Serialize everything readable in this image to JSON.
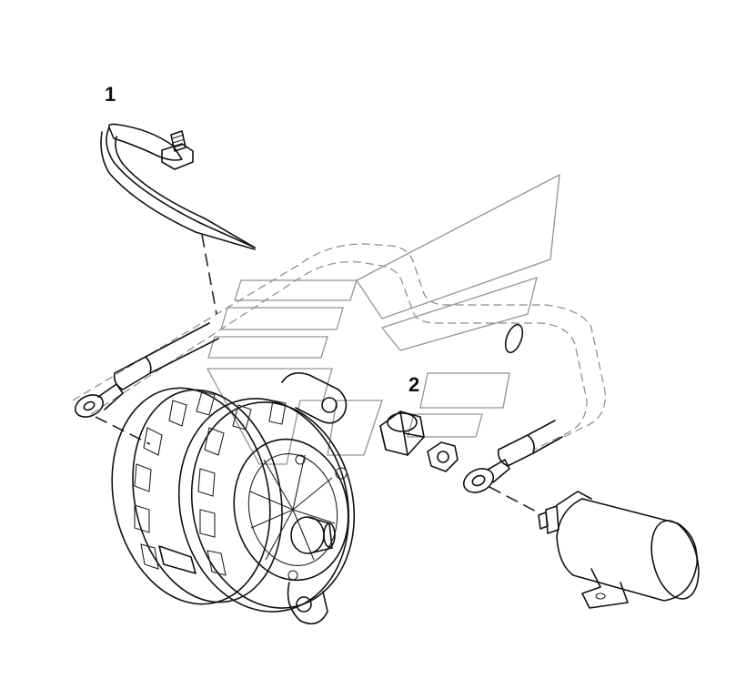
{
  "callouts": [
    {
      "id": "1",
      "label": "1"
    },
    {
      "id": "2",
      "label": "2"
    }
  ],
  "colors": {
    "line": "#111111",
    "background": "#ffffff",
    "watermark": "#888888"
  },
  "icons": [
    "ground-strap-icon",
    "alternator-icon",
    "cap-nut-icon",
    "hex-nut-icon",
    "cable-lug-icon",
    "capacitor-icon"
  ]
}
